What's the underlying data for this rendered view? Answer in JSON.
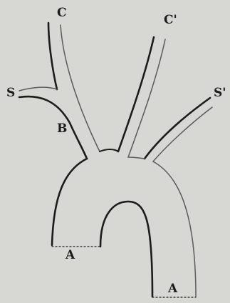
{
  "labels": {
    "C": "C",
    "C_prime": "C'",
    "S": "S",
    "S_prime": "S'",
    "B": "B",
    "A_left": "A",
    "A_right": "A"
  },
  "colors": {
    "background": "#d7d7d3",
    "ink": "#1c1c1c",
    "faint_ink": "#5a5a5a"
  }
}
